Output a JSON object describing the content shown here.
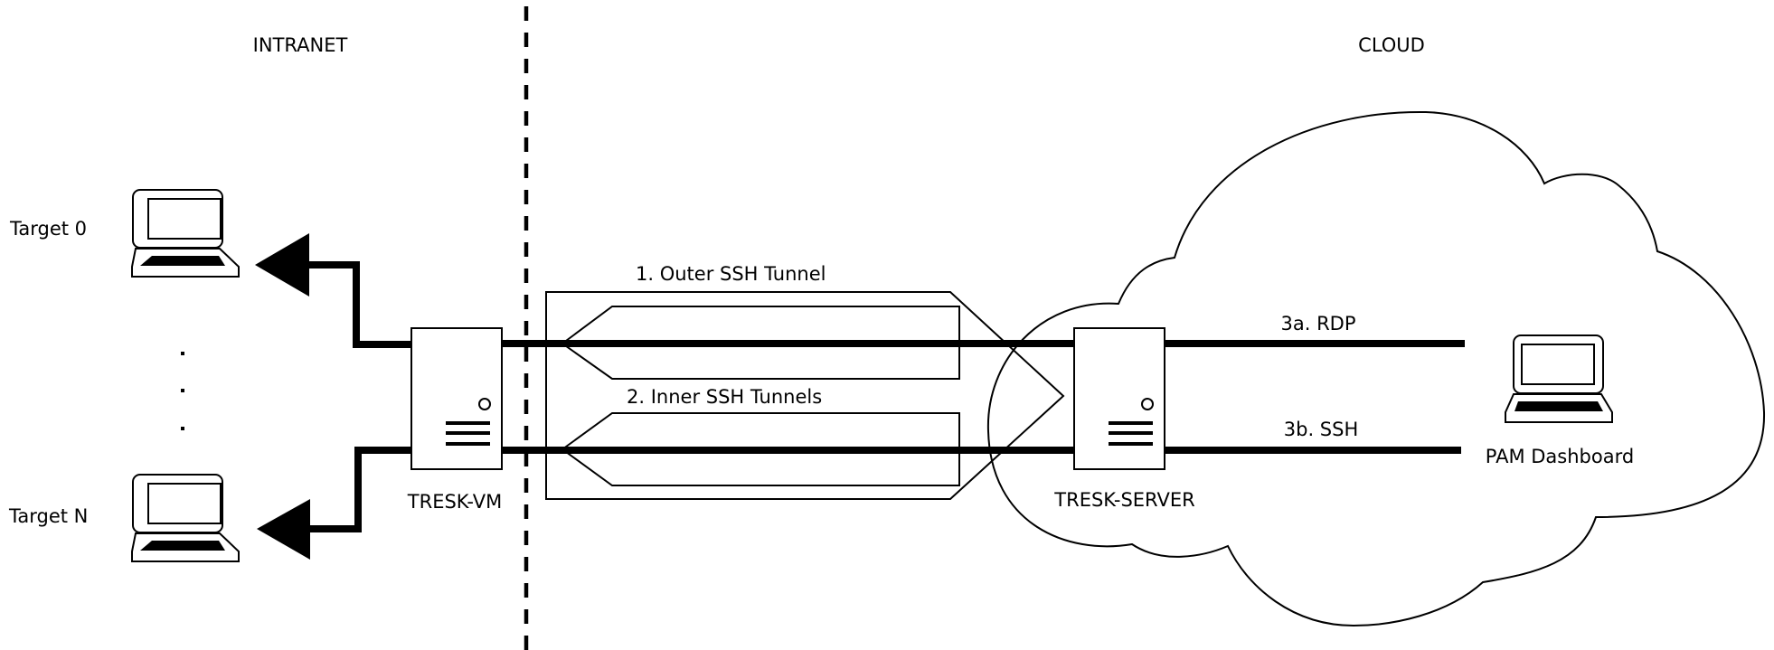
{
  "zones": {
    "intranet": "INTRANET",
    "cloud": "CLOUD"
  },
  "targets": {
    "first": "Target 0",
    "last": "Target N",
    "ellipsis": "..."
  },
  "nodes": {
    "vm": "TRESK-VM",
    "server": "TRESK-SERVER",
    "dashboard": "PAM Dashboard"
  },
  "tunnels": {
    "outer": "1. Outer SSH Tunnel",
    "inner": "2. Inner SSH Tunnels"
  },
  "connections": {
    "rdp": "3a. RDP",
    "ssh": "3b. SSH"
  },
  "icons": {
    "targets": "laptop-icon",
    "dashboard": "laptop-icon",
    "vm": "server-icon",
    "server": "server-icon",
    "cloud": "cloud-shape",
    "arrows": "arrowhead-left-icon"
  },
  "colors": {
    "stroke": "#000000",
    "background": "#ffffff"
  }
}
